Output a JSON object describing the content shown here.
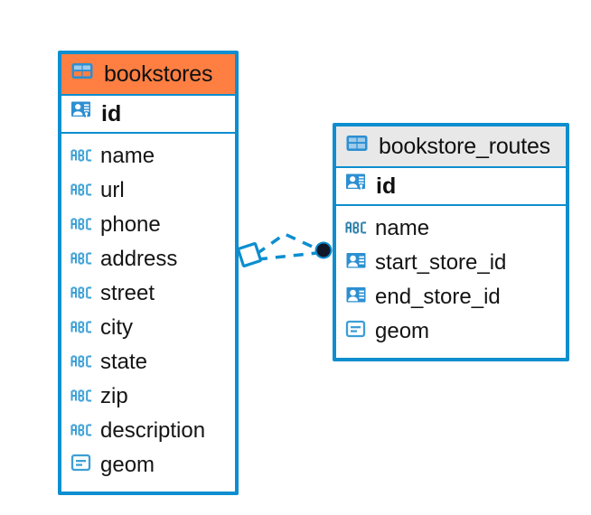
{
  "diagram": {
    "type": "entity-relationship-diagram",
    "colors": {
      "border_blue": "#0d8ecf",
      "header_orange": "#ff7f43",
      "header_grey": "#e8e8e8",
      "icon_blue": "#2c8fd1",
      "text_black": "#101010",
      "connector_blue": "#0d8ecf",
      "connector_endpoint_dark": "#101828",
      "canvas_white": "#ffffff"
    },
    "entities": [
      {
        "name": "bookstores",
        "header_icon": "table-icon",
        "header_style": "orange",
        "primary_key": {
          "label": "id",
          "icon": "primary-key-icon"
        },
        "fields": [
          {
            "label": "name",
            "icon": "text-abc-icon"
          },
          {
            "label": "url",
            "icon": "text-abc-icon"
          },
          {
            "label": "phone",
            "icon": "text-abc-icon"
          },
          {
            "label": "address",
            "icon": "text-abc-icon"
          },
          {
            "label": "street",
            "icon": "text-abc-icon"
          },
          {
            "label": "city",
            "icon": "text-abc-icon"
          },
          {
            "label": "state",
            "icon": "text-abc-icon"
          },
          {
            "label": "zip",
            "icon": "text-abc-icon"
          },
          {
            "label": "description",
            "icon": "text-abc-icon"
          },
          {
            "label": "geom",
            "icon": "geometry-icon"
          }
        ]
      },
      {
        "name": "bookstore_routes",
        "header_icon": "table-icon",
        "header_style": "grey",
        "primary_key": {
          "label": "id",
          "icon": "primary-key-icon"
        },
        "fields": [
          {
            "label": "name",
            "icon": "text-abc-icon"
          },
          {
            "label": "start_store_id",
            "icon": "foreign-key-icon"
          },
          {
            "label": "end_store_id",
            "icon": "foreign-key-icon"
          },
          {
            "label": "geom",
            "icon": "geometry-icon"
          }
        ]
      }
    ],
    "relationship": {
      "from_entity": "bookstores",
      "to_entity": "bookstore_routes",
      "line_style": "dashed",
      "source_marker": "diamond-outline-icon",
      "target_marker": "filled-circle-icon"
    }
  }
}
